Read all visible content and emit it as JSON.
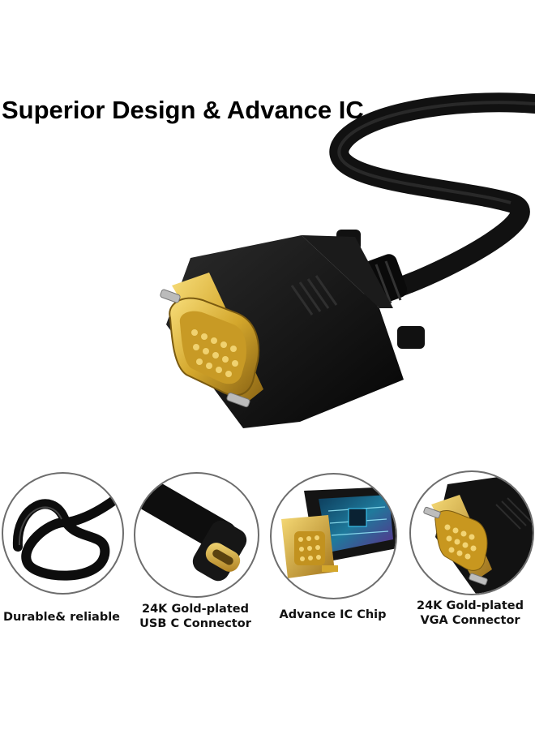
{
  "headline": "Superior Design & Advance IC",
  "features": [
    {
      "line1": "Durable& reliable",
      "line2": ""
    },
    {
      "line1": "24K Gold-plated",
      "line2": "USB C Connector"
    },
    {
      "line1": "Advance IC Chip",
      "line2": ""
    },
    {
      "line1": "24K Gold-plated",
      "line2": "VGA Connector"
    }
  ],
  "colors": {
    "gold": "#d4a72c",
    "cable_black": "#111111",
    "circle_border": "#6d6d6d",
    "chip_glow": "#3fd1ff"
  }
}
